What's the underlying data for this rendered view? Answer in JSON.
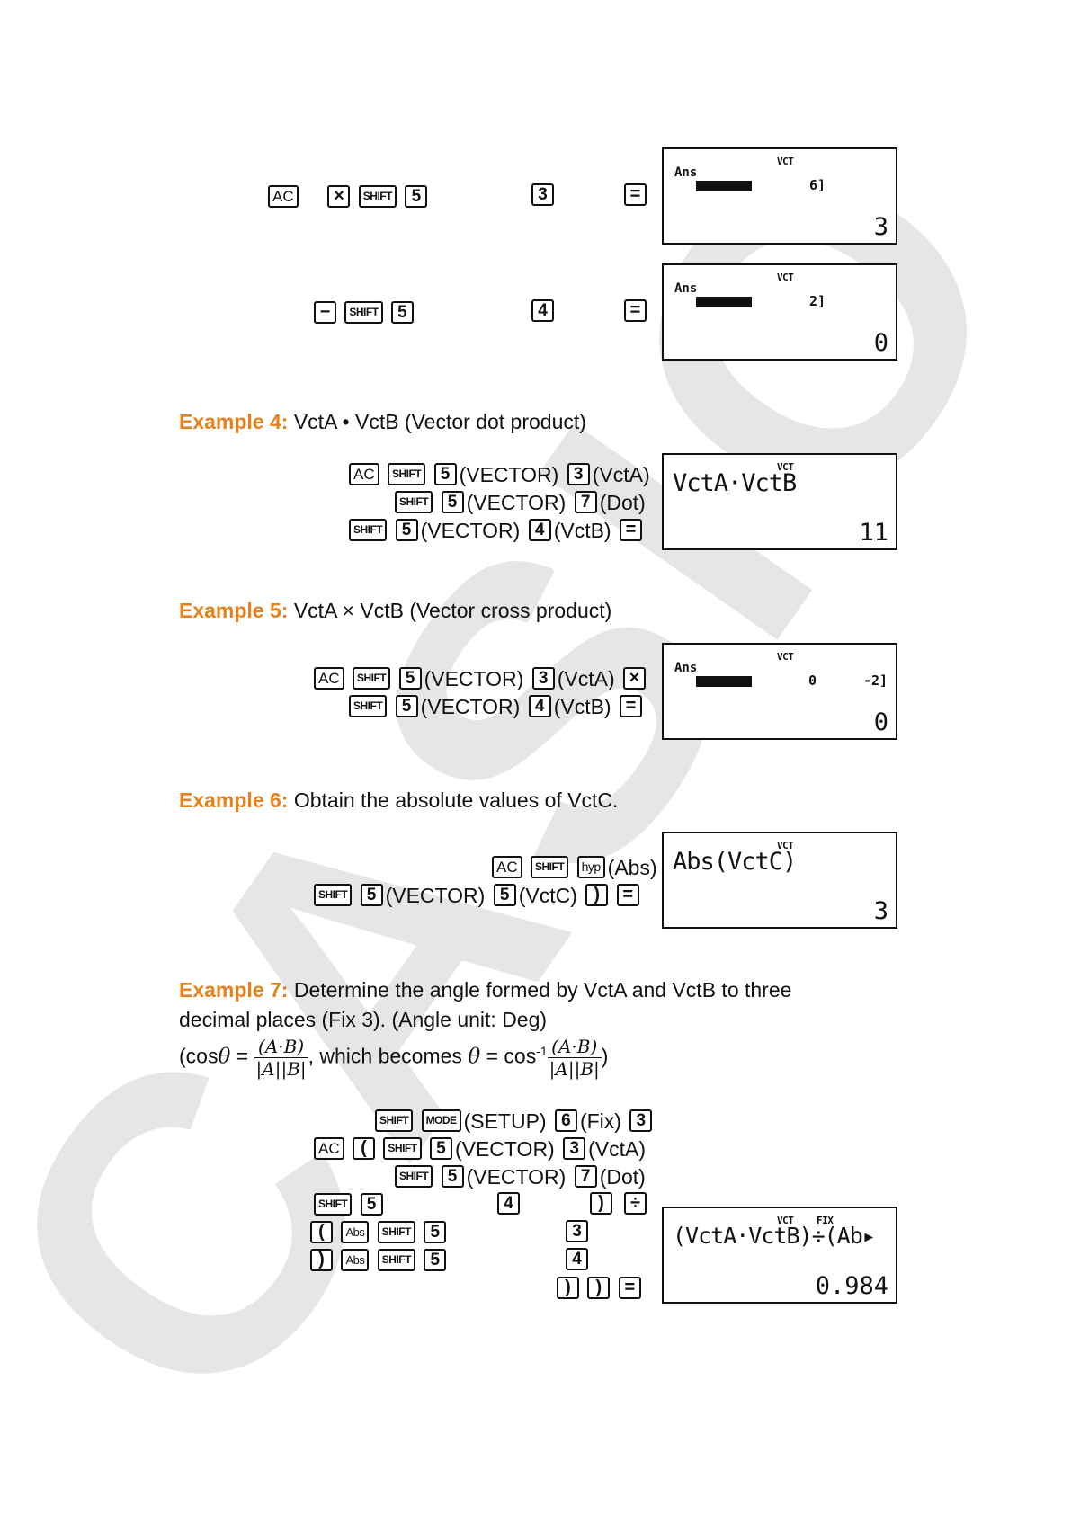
{
  "watermark": "CASIO",
  "colors": {
    "accent": "#e8801c",
    "text": "#111111",
    "watermark": "#e6e6e6"
  },
  "keys": {
    "ac": "AC",
    "shift": "SHIFT",
    "mode": "MODE",
    "hyp": "hyp",
    "abs": "Abs",
    "k3": "3",
    "k4": "4",
    "k5": "5",
    "k6": "6",
    "k7": "7",
    "times": "×",
    "minus": "−",
    "equals": "=",
    "divide": "÷",
    "lparen": "(",
    "rparen": ")"
  },
  "labels": {
    "vector": "(VECTOR)",
    "vcta": "(VctA)",
    "vctb": "(VctB)",
    "vctc": "(VctC)",
    "dot": "(Dot)",
    "abs": "(Abs)",
    "setup": "(SETUP)",
    "fix": "(Fix)"
  },
  "screens": {
    "top1": {
      "indicator": "VCT",
      "ans": "Ans",
      "middle": "6]",
      "result": "3"
    },
    "top2": {
      "indicator": "VCT",
      "ans": "Ans",
      "middle": "2]",
      "result": "0"
    },
    "ex4": {
      "indicator": "VCT",
      "display": "VctA·VctB",
      "result": "11"
    },
    "ex5": {
      "indicator": "VCT",
      "ans": "Ans",
      "middle1": "0",
      "middle2": "-2]",
      "result": "0"
    },
    "ex6": {
      "indicator": "VCT",
      "display": "Abs(VctC)",
      "result": "3"
    },
    "ex7": {
      "indicator": "VCT",
      "indicator2": "FIX",
      "display": "(VctA·VctB)÷(Ab▸",
      "result": "0.984"
    }
  },
  "examples": {
    "ex4": {
      "label": "Example 4:",
      "text": "VctA • VctB (Vector dot product)"
    },
    "ex5": {
      "label": "Example 5:",
      "text": "VctA × VctB (Vector cross product)"
    },
    "ex6": {
      "label": "Example 6:",
      "text": "Obtain the absolute values of VctC."
    },
    "ex7": {
      "label": "Example 7:",
      "text_line1": "Determine the angle formed by VctA and VctB to three",
      "text_line2": "decimal places (Fix 3). (Angle unit: Deg)",
      "formula": {
        "open": "(cos",
        "theta": "θ",
        "eq": " = ",
        "num": "(A·B)",
        "den": "|A||B|",
        "comma": ",",
        "which": " which becomes ",
        "eq2": " = cos",
        "sup": "-1",
        "close": ")"
      }
    }
  }
}
